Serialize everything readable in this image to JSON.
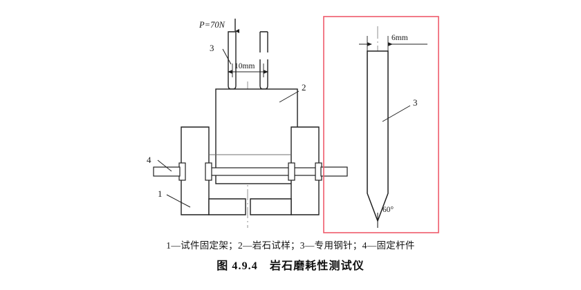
{
  "figure": {
    "title": "图 4.9.4　岩石磨耗性测试仪",
    "legend": "1—试件固定架；2—岩石试样；3—专用钢针；4—固定杆件",
    "number": "4.9.4",
    "name": "岩石磨耗性测试仪"
  },
  "assembly_view": {
    "load_label": "P=70N",
    "needle_gap_dimension": "10mm",
    "callouts": {
      "needle": "3",
      "specimen": "2",
      "frame": "1",
      "rod": "4"
    }
  },
  "detail_view": {
    "width_dimension": "6mm",
    "tip_angle": "60°",
    "callout_needle": "3",
    "border_color": "#ef5a6a"
  },
  "legend_items": [
    {
      "key": "1",
      "label": "试件固定架"
    },
    {
      "key": "2",
      "label": "岩石试样"
    },
    {
      "key": "3",
      "label": "专用钢针"
    },
    {
      "key": "4",
      "label": "固定杆件"
    }
  ],
  "colors": {
    "line": "#1f1f1f",
    "centerline": "#8a8a8a",
    "panel_border": "#ef5a6a",
    "text": "#1a1a1a"
  }
}
